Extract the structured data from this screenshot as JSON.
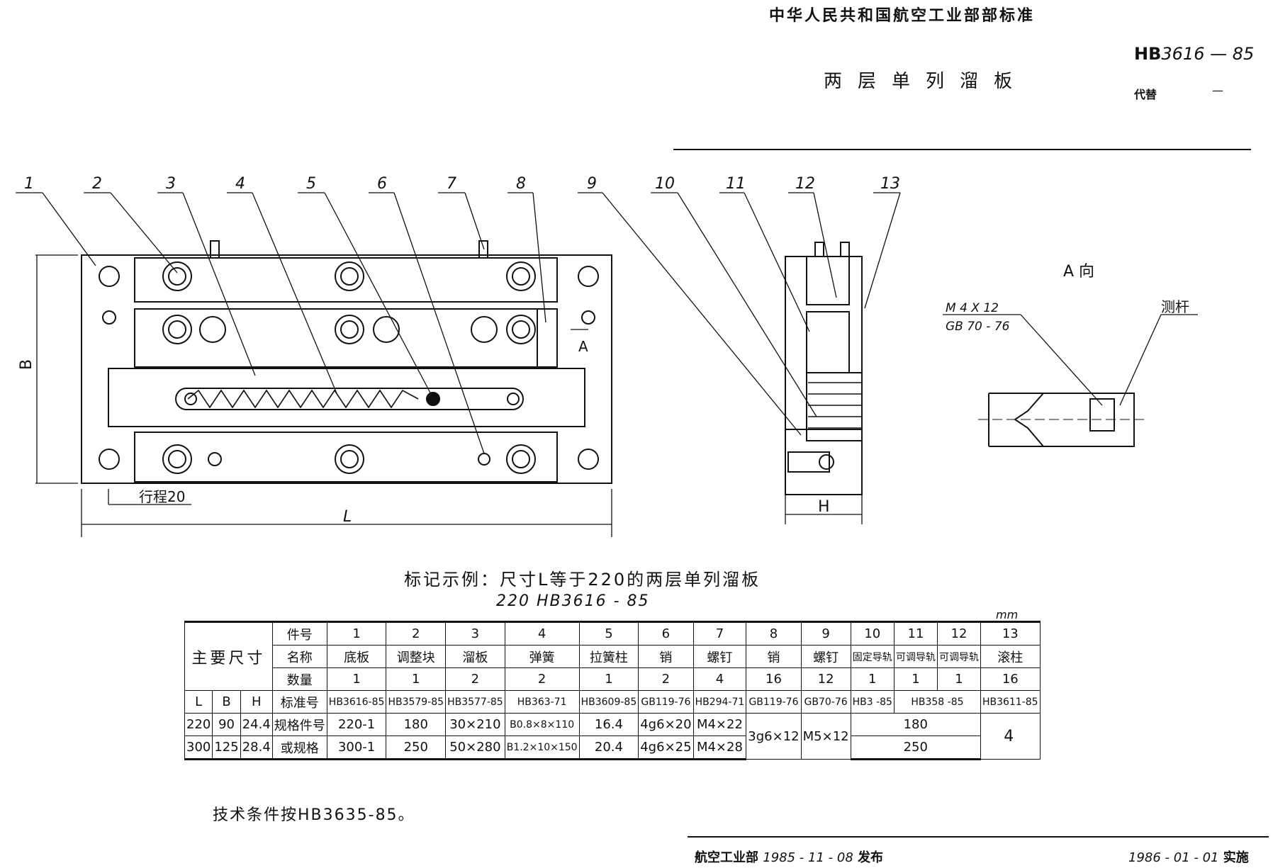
{
  "header": {
    "organization": "中华人民共和国航空工业部部标准",
    "title": "两层单列溜板",
    "standard_prefix": "HB",
    "standard_number": "3616 — 85",
    "replaces_label": "代替",
    "replaces_value": "—"
  },
  "drawing": {
    "callouts": [
      "1",
      "2",
      "3",
      "4",
      "5",
      "6",
      "7",
      "8",
      "9",
      "10",
      "11",
      "12",
      "13"
    ],
    "dim_B": "B",
    "dim_L": "L",
    "dim_H": "H",
    "stroke_label": "行程20",
    "section_mark": "A",
    "view_label": "A 向",
    "screw_spec_1": "M 4 X 12",
    "screw_spec_2": "GB 70 - 76",
    "rod_label": "测杆"
  },
  "marking": {
    "example": "标记示例：尺寸L等于220的两层单列溜板",
    "code": "220   HB3616 - 85"
  },
  "table": {
    "unit": "mm",
    "main_dims_label": "主要尺寸",
    "row_labels": {
      "part_no": "件号",
      "name": "名称",
      "qty": "数量",
      "std_no": "标准号",
      "spec_1": "规格件号",
      "spec_2": "或规格"
    },
    "dim_headers": [
      "L",
      "B",
      "H"
    ],
    "part_no": [
      "1",
      "2",
      "3",
      "4",
      "5",
      "6",
      "7",
      "8",
      "9",
      "10",
      "11",
      "12",
      "13"
    ],
    "names": [
      "底板",
      "调整块",
      "溜板",
      "弹簧",
      "拉簧柱",
      "销",
      "螺钉",
      "销",
      "螺钉",
      "固定导轨",
      "可调导轨",
      "可调导轨",
      "滚柱"
    ],
    "qty": [
      "1",
      "1",
      "2",
      "2",
      "1",
      "2",
      "4",
      "16",
      "12",
      "1",
      "1",
      "1",
      "16"
    ],
    "std_no": [
      "HB3616-85",
      "HB3579-85",
      "HB3577-85",
      "HB363-71",
      "HB3609-85",
      "GB119-76",
      "HB294-71",
      "GB119-76",
      "GB70-76",
      "HB3 -85",
      "HB358 -85",
      "HB3611-85"
    ],
    "rows": [
      {
        "L": "220",
        "B": "90",
        "H": "24.4",
        "c1": "220-1",
        "c2": "180",
        "c3": "30×210",
        "c4": "B0.8×8×110",
        "c5": "16.4",
        "c6": "4g6×20",
        "c7": "M4×22",
        "c8": "3g6×12",
        "c9": "M5×12",
        "c10_12": "180",
        "c13": "4"
      },
      {
        "L": "300",
        "B": "125",
        "H": "28.4",
        "c1": "300-1",
        "c2": "250",
        "c3": "50×280",
        "c4": "B1.2×10×150",
        "c5": "20.4",
        "c6": "4g6×25",
        "c7": "M4×28",
        "c10_12": "250"
      }
    ]
  },
  "notes": {
    "technical": "技术条件按HB3635-85。"
  },
  "footer": {
    "issuer": "航空工业部",
    "issue_date": "1985 - 11 - 08",
    "issue_label": "发布",
    "effective_date": "1986 - 01 - 01",
    "effective_label": "实施"
  }
}
